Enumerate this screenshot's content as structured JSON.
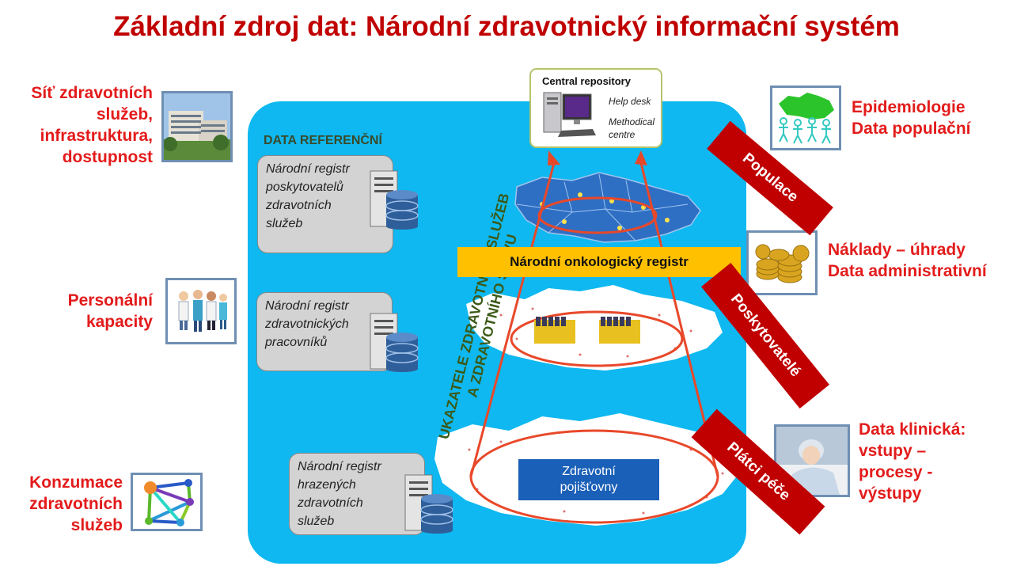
{
  "title": "Základní zdroj dat: Národní zdravotnický informační systém",
  "left_labels": {
    "network": [
      "Síť zdravotních",
      "služeb,",
      "infrastruktura,",
      "dostupnost"
    ],
    "personnel": [
      "Personální",
      "kapacity"
    ],
    "consumption": [
      "Konzumace",
      "zdravotních",
      "služeb"
    ]
  },
  "right_labels": {
    "epidemiology": [
      "Epidemiologie",
      "Data populační"
    ],
    "costs": [
      "Náklady – úhrady",
      "Data administrativní"
    ],
    "clinical": [
      "Data klinická:",
      "vstupy –",
      "procesy -",
      "výstupy"
    ]
  },
  "panel": {
    "heading": "DATA REFERENČNÍ",
    "registers": [
      [
        "Národní registr",
        "poskytovatelů",
        "zdravotních",
        "služeb"
      ],
      [
        "Národní registr",
        "zdravotnických",
        "pracovníků"
      ],
      [
        "Národní registr",
        "hrazených",
        "zdravotních",
        "služeb"
      ]
    ],
    "vertical_text": [
      "UKAZATELE ZDRAVOTNÍCH SLUŽEB",
      "A ZDRAVOTNÍHO STAVU"
    ]
  },
  "repository": {
    "title": "Central repository",
    "help": "Help desk",
    "method": [
      "Methodical",
      "centre"
    ]
  },
  "oncology": "Národní onkologický registr",
  "insurers": [
    "Zdravotní",
    "pojišťovny"
  ],
  "bands": {
    "population": "Populace",
    "providers": "Poskytovatelé",
    "payers": "Plátci péče"
  },
  "colors": {
    "title_red": "#c00000",
    "label_red": "#e31b1b",
    "panel_blue": "#0fb8f0",
    "band_red": "#c00000",
    "oncology_yellow": "#ffc000",
    "insurer_blue": "#1a5fb8",
    "arrow_orange": "#e8482a"
  }
}
